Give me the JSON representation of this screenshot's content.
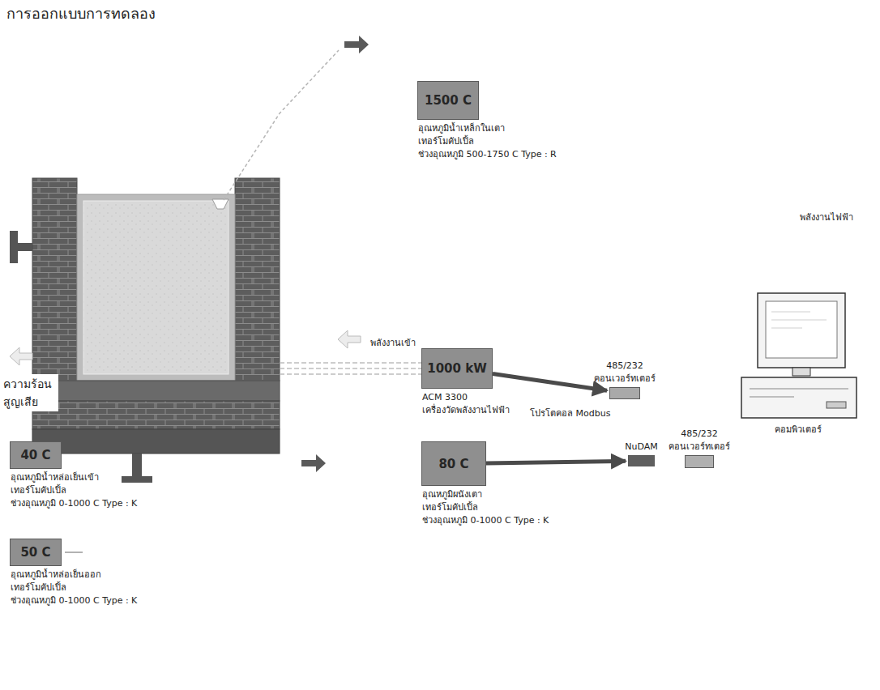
{
  "diagram": {
    "title": "การออกแบบการทดลอง",
    "nodes": [
      {
        "text": [
          "1500 C",
          "อุณหภูมิน้ำเหล็กในเตา",
          "เทอร์โมคัปเปิ้ล",
          "ช่วงอุณหภูมิ 500-1750 C Type : R"
        ]
      },
      {
        "text": [
          "1000 kW",
          "ACM 3300",
          "เครื่องวัดพลังงานไฟฟ้า"
        ]
      },
      {
        "text": [
          "485/232",
          "คอนเวอร์ทเตอร์"
        ]
      },
      {
        "text": [
          "NuDAM"
        ]
      },
      {
        "text": [
          "485/232",
          "คอนเวอร์ทเตอร์"
        ]
      },
      {
        "text": [
          "คอมพิวเตอร์"
        ]
      },
      {
        "text": [
          "40 C",
          "อุณหภูมิน้ำหล่อเย็นเข้า",
          "เทอร์โมคัปเปิ้ล",
          "ช่วงอุณหภูมิ 0-1000 C Type : K"
        ]
      },
      {
        "text": [
          "80 C",
          "อุณหภูมิผนังเตา",
          "เทอร์โมคัปเปิ้ล",
          "ช่วงอุณหภูมิ 0-1000 C Type : K"
        ]
      },
      {
        "text": [
          "50 C",
          "อุณหภูมิน้ำหล่อเย็นออก",
          "เทอร์โมคัปเปิ้ล",
          "ช่วงอุณหภูมิ 0-1000 C Type : K"
        ]
      }
    ],
    "edges": [
      {
        "from": 1,
        "to": 2,
        "label": "โปรโตคอล Modbus",
        "arrow": "to"
      },
      {
        "from": 7,
        "to": 3,
        "arrow": "to"
      }
    ],
    "labels": [
      "พลังงานไฟฟ้า",
      "พลังงานเข้า",
      "ความร้อน สูญเสีย"
    ]
  }
}
